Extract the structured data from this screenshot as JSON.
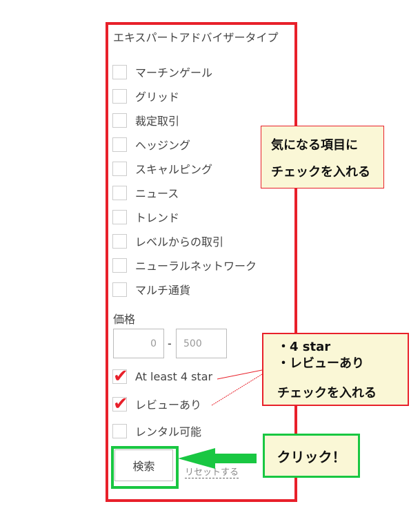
{
  "filter": {
    "ea_type_title": "エキスパートアドバイザータイプ",
    "ea_types": [
      {
        "label": "マーチンゲール",
        "checked": false
      },
      {
        "label": "グリッド",
        "checked": false
      },
      {
        "label": "裁定取引",
        "checked": false
      },
      {
        "label": "ヘッジング",
        "checked": false
      },
      {
        "label": "スキャルピング",
        "checked": false
      },
      {
        "label": "ニュース",
        "checked": false
      },
      {
        "label": "トレンド",
        "checked": false
      },
      {
        "label": "レベルからの取引",
        "checked": false
      },
      {
        "label": "ニューラルネットワーク",
        "checked": false
      },
      {
        "label": "マルチ通貨",
        "checked": false
      }
    ],
    "price_label": "価格",
    "price_min_placeholder": "0",
    "price_dash": "-",
    "price_max_placeholder": "500",
    "options": [
      {
        "label": "At least 4 star",
        "checked": true
      },
      {
        "label": "レビューあり",
        "checked": true
      },
      {
        "label": "レンタル可能",
        "checked": false
      }
    ],
    "search_label": "検索",
    "reset_label": "リセットする"
  },
  "annotations": {
    "note1_line1": "気になる項目に",
    "note1_line2": "チェックを入れる",
    "note2_line1": "・4 star",
    "note2_line2": "・レビューあり",
    "note2_line3": "チェックを入れる",
    "note3": "クリック！"
  },
  "colors": {
    "frame_red": "#e8202a",
    "frame_green": "#19c742",
    "note_bg": "#faf7d6"
  }
}
